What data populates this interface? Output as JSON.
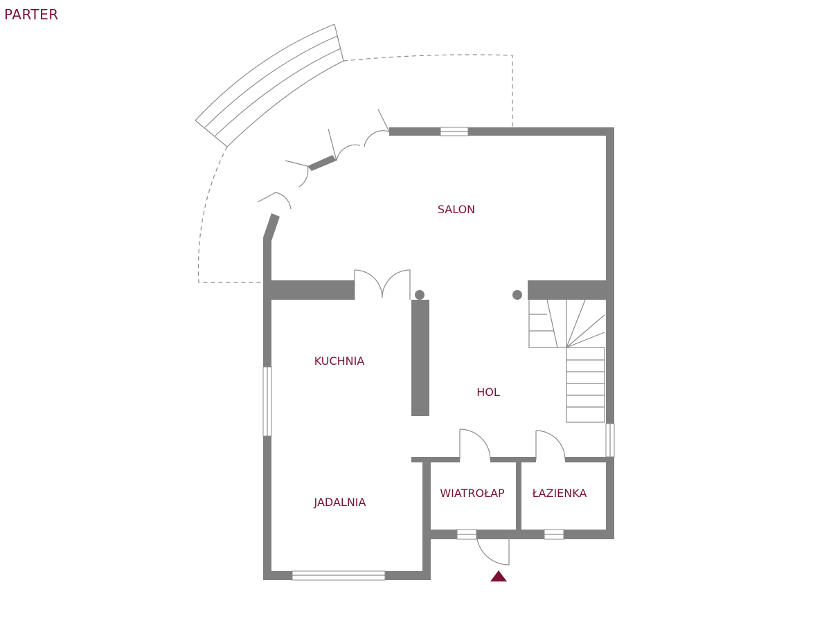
{
  "plan": {
    "title": "PARTER",
    "label_color": "#7a1234",
    "wall_color": "#7f7f7f",
    "rooms": {
      "salon": "SALON",
      "kuchnia": "KUCHNIA",
      "hol": "HOL",
      "jadalnia": "JADALNIA",
      "wiatrolap": "WIATROŁAP",
      "lazienka": "ŁAZIENKA"
    },
    "icons": {
      "entrance": "entrance-arrow-icon"
    }
  }
}
